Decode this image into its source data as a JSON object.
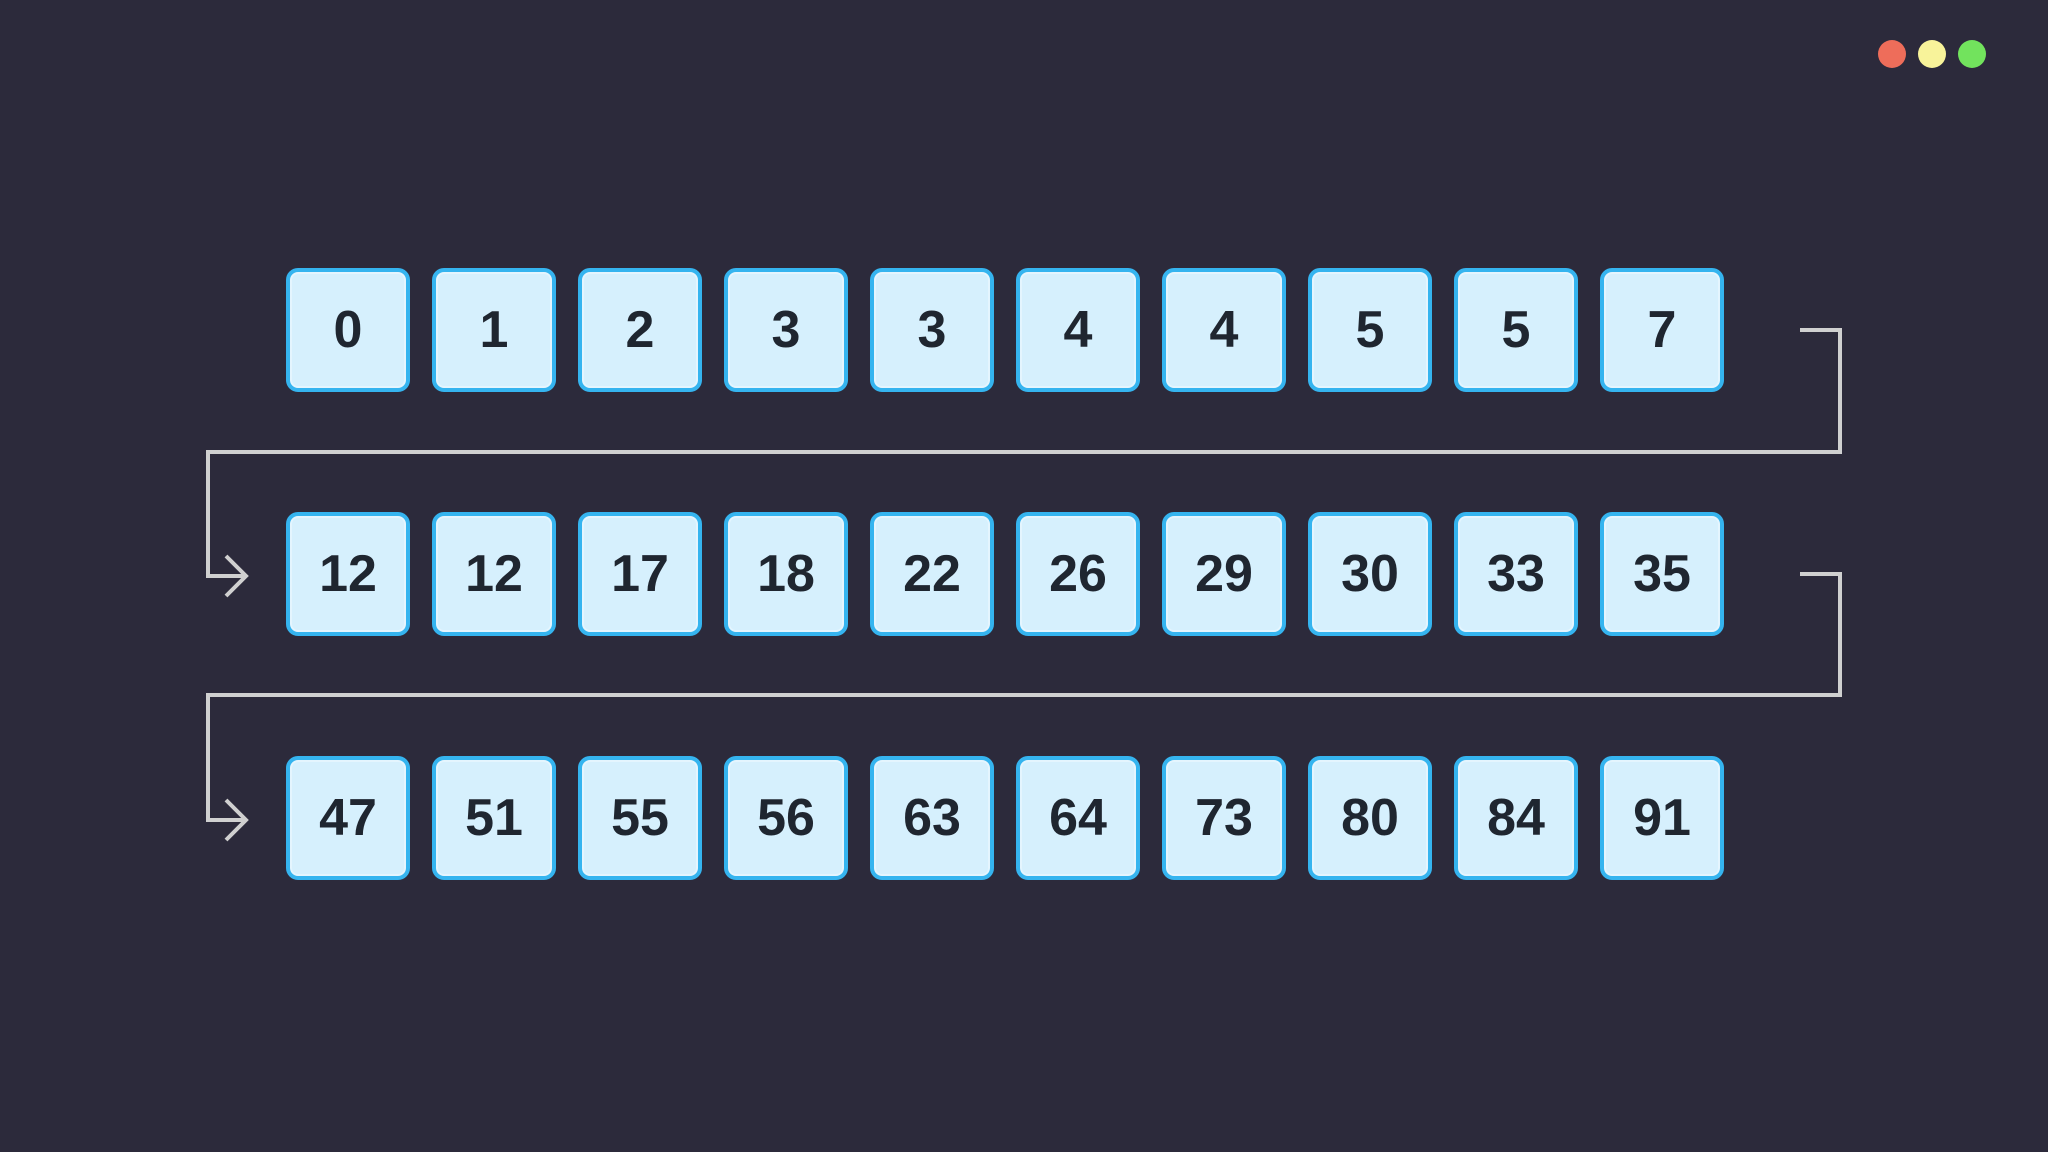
{
  "window_controls": {
    "close": "#ee6d5a",
    "minimize": "#f8f39a",
    "maximize": "#72e35d"
  },
  "colors": {
    "background": "#2c2a3b",
    "cell_fill": "#d6f0fd",
    "cell_border": "#35b4ef",
    "connector": "#d0d0d0",
    "text": "#1f2630"
  },
  "rows": [
    [
      "0",
      "1",
      "2",
      "3",
      "3",
      "4",
      "4",
      "5",
      "5",
      "7"
    ],
    [
      "12",
      "12",
      "17",
      "18",
      "22",
      "26",
      "29",
      "30",
      "33",
      "35"
    ],
    [
      "47",
      "51",
      "55",
      "56",
      "63",
      "64",
      "73",
      "80",
      "84",
      "91"
    ]
  ]
}
